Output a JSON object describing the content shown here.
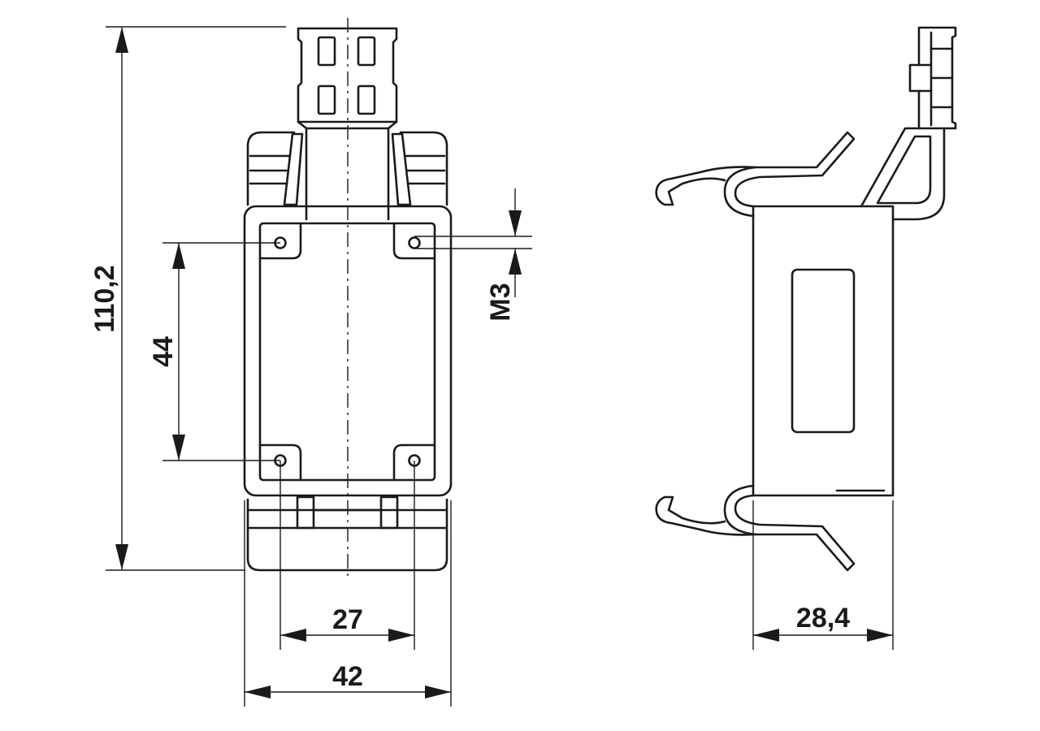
{
  "dimensions": {
    "overall_height": "110,2",
    "hole_spacing_vertical": "44",
    "thread": "M3",
    "hole_spacing_horizontal": "27",
    "width": "42",
    "depth": "28,4"
  }
}
